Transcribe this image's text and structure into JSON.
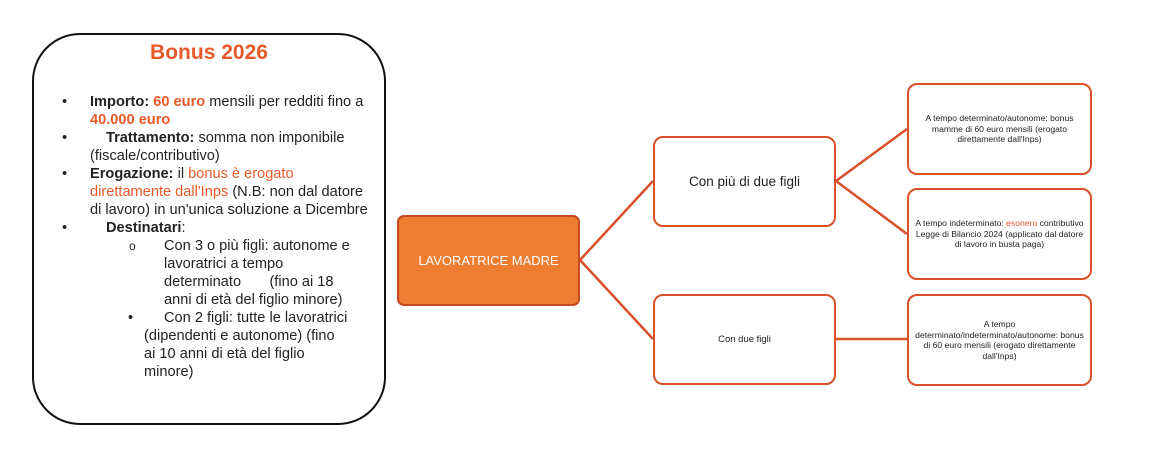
{
  "card": {
    "title": "Bonus 2026",
    "bullet": "•",
    "sub_bullet_o": "o",
    "importo": {
      "label": "Importo:",
      "value1": "60 euro",
      "text1": " mensili per redditi fino a ",
      "value2": "40.000 euro"
    },
    "trattamento": {
      "label": "Trattamento:",
      "text": " somma non imponibile (fiscale/contributivo)"
    },
    "erogazione": {
      "label": "Erogazione:",
      "text1": " il ",
      "highlight": "bonus è erogato direttamente dall'Inps",
      "text2": " (N.B: non dal datore di lavoro) in un'unica soluzione a Dicembre"
    },
    "destinatari": {
      "label": "Destinatari",
      "colon": ":",
      "items": [
        "Con 3 o più figli: autonome e lavoratrici a tempo determinato       (fino ai 18 anni di età del figlio minore)",
        "Con 2 figli: tutte le lavoratrici (dipendenti e autonome) (fino ai 10 anni di età del figlio minore)"
      ]
    }
  },
  "center_node": "LAVORATRICE MADRE",
  "branches": [
    {
      "label": "Con più di due figli"
    },
    {
      "label": "Con due figli"
    }
  ],
  "leaves": {
    "l1": "A tempo determinato/autonome: bonus mamme di 60 euro mensili (erogato direttamente dall'Inps)",
    "l2": {
      "text1": "A tempo indeterminato: ",
      "highlight": "esonero",
      "text2": " contributivo Legge di Bilancio 2024 (applicato dal datore di lavoro in busta paga)"
    },
    "l3": "A tempo determinato/indeterminato/autonome: bonus di 60 euro mensili (erogato direttamente dall'Inps)"
  },
  "colors": {
    "accent": "#e8592a",
    "center_fill": "#ed7d31",
    "edge": "#d9502a"
  }
}
